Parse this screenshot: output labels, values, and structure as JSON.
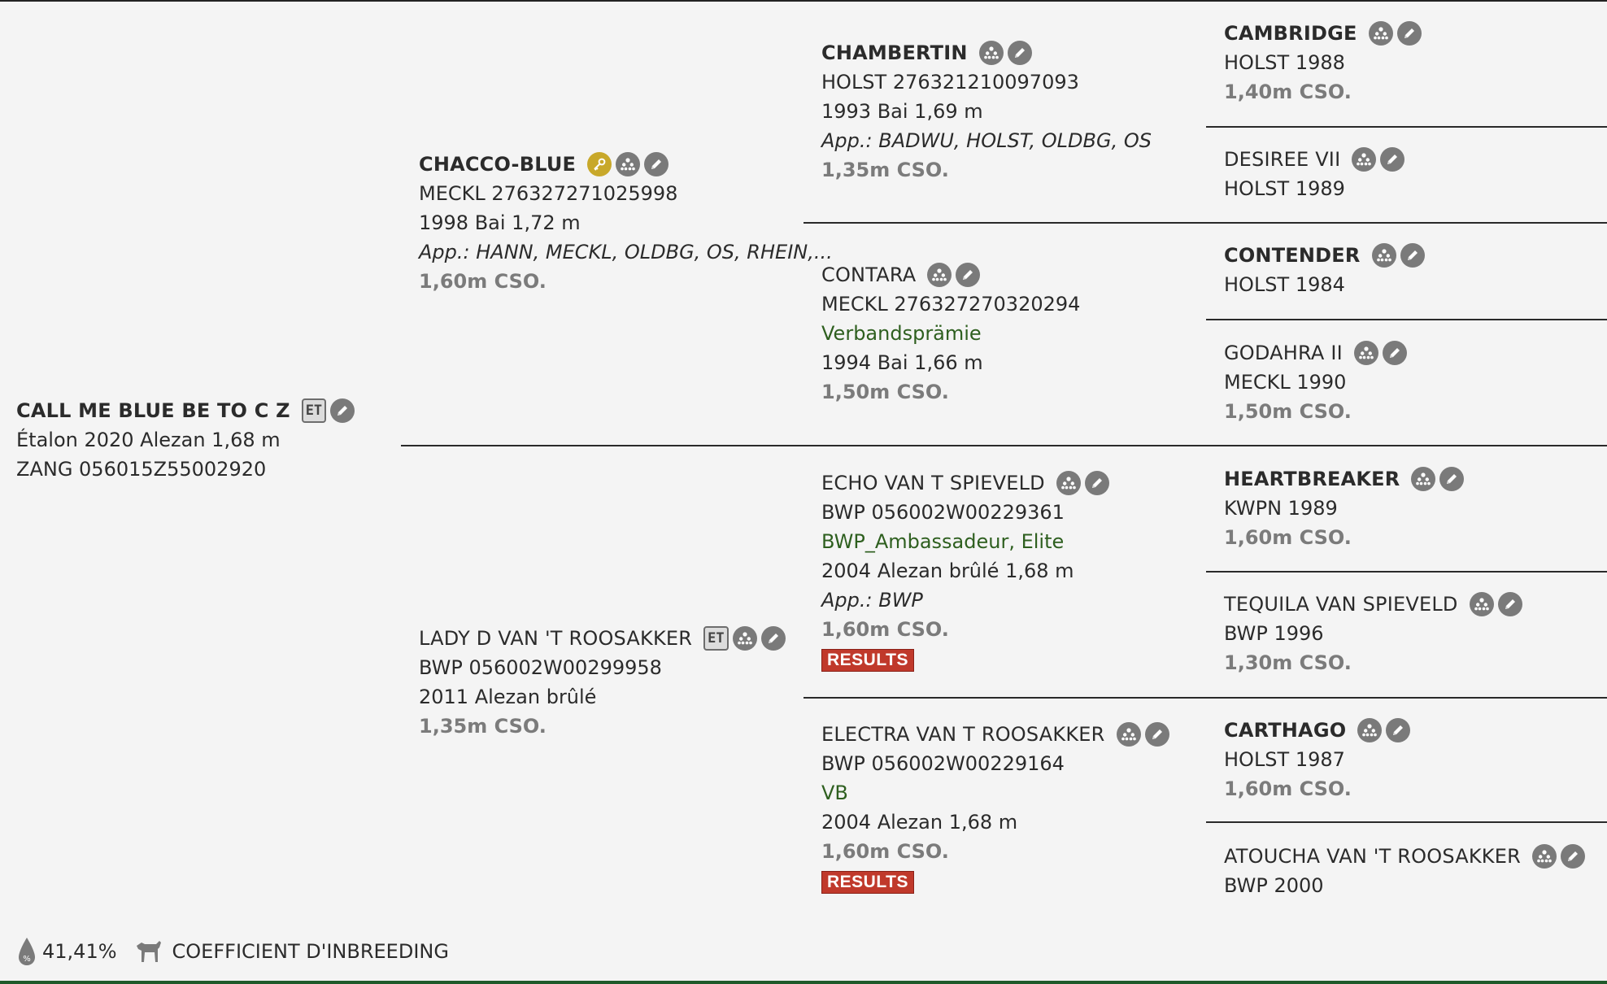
{
  "subject": {
    "name": "CALL ME BLUE BE TO C Z",
    "badge": "ET",
    "info1": "Étalon 2020 Alezan 1,68 m",
    "info2": "ZANG 056015Z55002920"
  },
  "sire": {
    "name": "CHACCO-BLUE",
    "id": "MECKL 276327271025998",
    "info": "1998 Bai 1,72 m",
    "app": "App.: HANN, MECKL, OLDBG, OS, RHEIN,...",
    "cso": "1,60m CSO."
  },
  "dam": {
    "name": "LADY D VAN 'T ROOSAKKER",
    "badge": "ET",
    "id": "BWP 056002W00299958",
    "info": "2011 Alezan brûlé",
    "cso": "1,35m CSO."
  },
  "gen2": {
    "chambertin": {
      "name": "CHAMBERTIN",
      "id": "HOLST 276321210097093",
      "info": "1993 Bai 1,69 m",
      "app": "App.: BADWU, HOLST, OLDBG, OS",
      "cso": "1,35m CSO."
    },
    "contara": {
      "name": "CONTARA",
      "id": "MECKL 276327270320294",
      "award": "Verbandsprämie",
      "info": "1994 Bai 1,66 m",
      "cso": "1,50m CSO."
    },
    "echo": {
      "name": "ECHO VAN T SPIEVELD",
      "id": "BWP 056002W00229361",
      "award": "BWP_Ambassadeur, Elite",
      "info": "2004 Alezan brûlé 1,68 m",
      "app": "App.: BWP",
      "cso": "1,60m CSO.",
      "results": "RESULTS"
    },
    "electra": {
      "name": "ELECTRA VAN T ROOSAKKER",
      "id": "BWP 056002W00229164",
      "award": "VB",
      "info": "2004 Alezan 1,68 m",
      "cso": "1,60m CSO.",
      "results": "RESULTS"
    }
  },
  "gen3": {
    "cambridge": {
      "name": "CAMBRIDGE",
      "info": "HOLST 1988",
      "cso": "1,40m CSO."
    },
    "desiree": {
      "name": "DESIREE VII",
      "info": "HOLST 1989"
    },
    "contender": {
      "name": "CONTENDER",
      "info": "HOLST 1984"
    },
    "godahra": {
      "name": "GODAHRA II",
      "info": "MECKL 1990",
      "cso": "1,50m CSO."
    },
    "heartbreaker": {
      "name": "HEARTBREAKER",
      "info": "KWPN 1989",
      "cso": "1,60m CSO."
    },
    "tequila": {
      "name": "TEQUILA VAN SPIEVELD",
      "info": "BWP 1996",
      "cso": "1,30m CSO."
    },
    "carthago": {
      "name": "CARTHAGO",
      "info": "HOLST 1987",
      "cso": "1,60m CSO."
    },
    "atoucha": {
      "name": "ATOUCHA VAN 'T ROOSAKKER",
      "info": "BWP 2000"
    }
  },
  "footer": {
    "percentage": "41,41%",
    "label": "COEFFICIENT D'INBREEDING"
  },
  "colors": {
    "background": "#f4f4f4",
    "icon_gray": "#7a7a7a",
    "icon_gold": "#c8a82a",
    "award_green": "#2e5f1f",
    "results_red": "#c0392b"
  }
}
